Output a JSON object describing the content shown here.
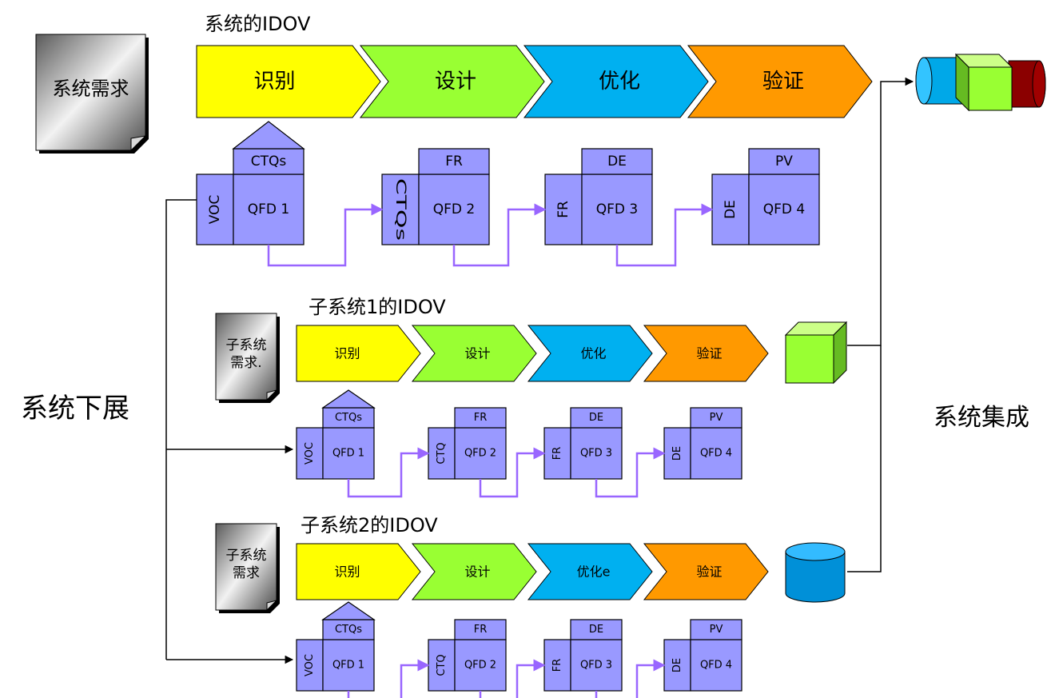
{
  "colors": {
    "stage_identify": "#ffff00",
    "stage_design": "#99ff33",
    "stage_optimize": "#00b0f0",
    "stage_verify": "#ff9900",
    "qfd_box": "#9999ff",
    "qfd_link": "#9966ff",
    "outline": "#000000"
  },
  "labels": {
    "decompose": "系统下展",
    "integrate": "系统集成"
  },
  "system": {
    "title": "系统的IDOV",
    "doc_label_lines": [
      "系统需求"
    ],
    "stages": [
      "识别",
      "设计",
      "优化",
      "验证"
    ],
    "qfd": {
      "roof": "CTQs",
      "items": [
        {
          "side": "VOC",
          "main": "QFD 1"
        },
        {
          "side": "CTQs",
          "top": "FR",
          "main": "QFD 2"
        },
        {
          "side": "FR",
          "top": "DE",
          "main": "QFD 3"
        },
        {
          "side": "DE",
          "top": "PV",
          "main": "QFD 4"
        }
      ]
    }
  },
  "subsystems": [
    {
      "title": "子系统1的IDOV",
      "doc_label_lines": [
        "子系统",
        "需求."
      ],
      "stages": [
        "识别",
        "设计",
        "优化",
        "验证"
      ],
      "result_icon": "cube-icon",
      "qfd": {
        "roof": "CTQs",
        "items": [
          {
            "side": "VOC",
            "main": "QFD 1"
          },
          {
            "side": "CTQ",
            "top": "FR",
            "main": "QFD 2"
          },
          {
            "side": "FR",
            "top": "DE",
            "main": "QFD 3"
          },
          {
            "side": "DE",
            "top": "PV",
            "main": "QFD 4"
          }
        ]
      }
    },
    {
      "title": "子系统2的IDOV",
      "doc_label_lines": [
        "子系统",
        "需求"
      ],
      "stages": [
        "识别",
        "设计",
        "优化e",
        "验证"
      ],
      "result_icon": "cylinder-icon",
      "qfd": {
        "roof": "CTQs",
        "items": [
          {
            "side": "VOC",
            "main": "QFD 1"
          },
          {
            "side": "CTQ",
            "top": "FR",
            "main": "QFD 2"
          },
          {
            "side": "FR",
            "top": "DE",
            "main": "QFD 3"
          },
          {
            "side": "DE",
            "top": "PV",
            "main": "QFD 4"
          }
        ]
      }
    }
  ],
  "system_result_icon": "stacked-components-icon"
}
